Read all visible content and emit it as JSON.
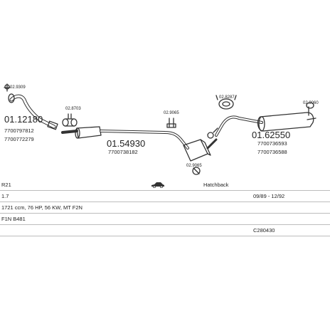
{
  "parts": [
    {
      "id": "p_0p",
      "code": "02.9309"
    },
    {
      "id": "p_112",
      "code": "01.12180"
    },
    {
      "id": "p_112_ref1",
      "code": "7700797812"
    },
    {
      "id": "p_112_ref2",
      "code": "7700772279"
    },
    {
      "id": "p_bolt1",
      "code": "02.8703"
    },
    {
      "id": "p_154",
      "code": "01.54930"
    },
    {
      "id": "p_154_ref1",
      "code": "7700738182"
    },
    {
      "id": "p_hanger1",
      "code": "02.9065"
    },
    {
      "id": "p_hanger2",
      "code": "02.9065"
    },
    {
      "id": "p_clamp",
      "code": "02.8287"
    },
    {
      "id": "p_162",
      "code": "01.62550"
    },
    {
      "id": "p_162_ref1",
      "code": "7700736593"
    },
    {
      "id": "p_162_ref2",
      "code": "7700736588"
    },
    {
      "id": "p_tail",
      "code": "02.9060"
    }
  ],
  "specs": {
    "row1": {
      "model": "R21",
      "body": "Hatchback"
    },
    "row2": {
      "engine": "1.7",
      "period": "09/89 - 12/92"
    },
    "row3": {
      "details": "1721 ccm, 76 HP, 56 KW, MT F2N"
    },
    "row4": {
      "code": "F1N B481"
    },
    "row5": {
      "ref": "C280430"
    }
  },
  "icons": {
    "car": "car-side-icon"
  },
  "colors": {
    "line": "#333333",
    "divider": "#bdbdbd"
  }
}
